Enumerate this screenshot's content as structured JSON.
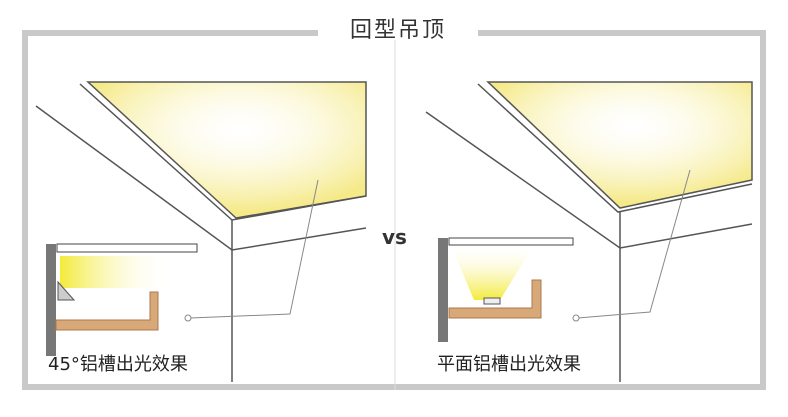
{
  "title": "回型吊顶",
  "vs_label": "vs",
  "left_panel": {
    "caption": "45°铝槽出光效果"
  },
  "right_panel": {
    "caption": "平面铝槽出光效果"
  },
  "colors": {
    "light": "#f5ea8a",
    "frame": "#c9c9c9",
    "wood": "#d9a878",
    "wall": "#777777"
  }
}
